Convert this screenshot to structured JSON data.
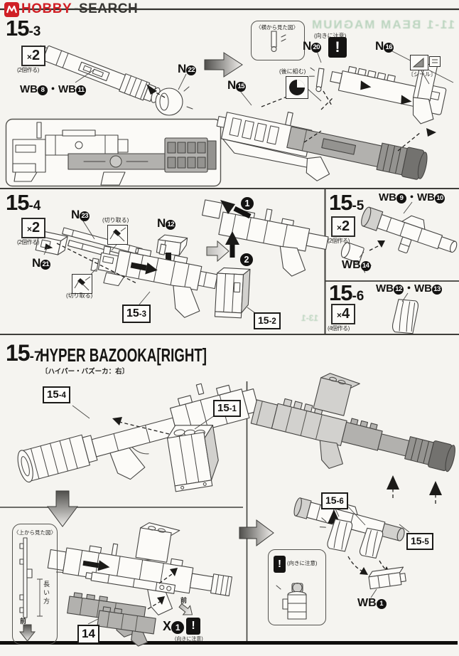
{
  "header": {
    "brand_red": "HOBBY",
    "brand_dark": "-SEARCH"
  },
  "bleed": {
    "top_text": "11-1 BEAM MAGNUM",
    "mid_text": "13-1"
  },
  "s153": {
    "num_main": "15",
    "num_sub": "-3",
    "qty_x": "×",
    "qty_n": "2",
    "qty_note": "(2個作る)",
    "wb_p": "WB",
    "wb_n1": "8",
    "sep": "・",
    "wb_n2": "11",
    "n_p": "N",
    "n22": "22",
    "n15": "15",
    "n20": "20",
    "n16": "16",
    "side_view": "〈横から見た図〉",
    "caution": "(向きに注意)",
    "later": "(後に組む)",
    "seal": "〔シール〕",
    "bang": "!"
  },
  "s154": {
    "num_main": "15",
    "num_sub": "-4",
    "qty_x": "×",
    "qty_n": "2",
    "qty_note": "(2個作る)",
    "n_p": "N",
    "n23": "23",
    "n12": "12",
    "n21": "21",
    "cut1": "(切り取る)",
    "cut2": "(切り取る)",
    "step1": "1",
    "step2": "2",
    "ref153_main": "15",
    "ref153_sub": "-3",
    "ref152_main": "15",
    "ref152_sub": "-2"
  },
  "s155": {
    "num_main": "15",
    "num_sub": "-5",
    "qty_x": "×",
    "qty_n": "2",
    "qty_note": "(2個作る)",
    "wb_p": "WB",
    "n9": "9",
    "sep": "・",
    "n10": "10",
    "n14": "14"
  },
  "s156": {
    "num_main": "15",
    "num_sub": "-6",
    "qty_x": "×",
    "qty_n": "4",
    "qty_note": "(4個作る)",
    "wb_p": "WB",
    "n12": "12",
    "sep": "・",
    "n13": "13"
  },
  "s157": {
    "num_main": "15",
    "num_sub": "-7",
    "title": "HYPER BAZOOKA[RIGHT]",
    "subtitle": "〔ハイパー・バズーカ：右〕",
    "ref154_main": "15",
    "ref154_sub": "-4",
    "ref151_main": "15",
    "ref151_sub": "-1",
    "ref156_main": "15",
    "ref156_sub": "-6",
    "ref155_main": "15",
    "ref155_sub": "-5",
    "ref14": "14",
    "top_view": "〈上から見た図〉",
    "long_side": "長い方",
    "front1": "前",
    "front2": "前",
    "x_p": "X",
    "x_n": "1",
    "wb_p": "WB",
    "wb_n1": "1",
    "caution1": "(向きに注意)",
    "caution2": "(向きに注意)",
    "bang": "!"
  }
}
